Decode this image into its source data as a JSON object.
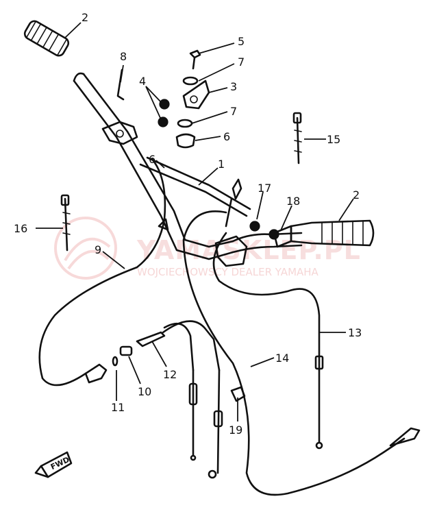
{
  "watermark": {
    "text": "YAMASKLEP.PL",
    "subtext": "WOJCIECHOWSCY DEALER YAMAHA"
  },
  "fwd_marker": "FWD",
  "callouts": {
    "p1": "1",
    "p2_left": "2",
    "p2_right": "2",
    "p3": "3",
    "p4": "4",
    "p5": "5",
    "p6_top": "6",
    "p6_mid": "6",
    "p7_top": "7",
    "p7_bottom": "7",
    "p8": "8",
    "p9": "9",
    "p10": "10",
    "p11": "11",
    "p12": "12",
    "p13": "13",
    "p14": "14",
    "p15": "15",
    "p16": "16",
    "p17": "17",
    "p18": "18",
    "p19": "19"
  }
}
